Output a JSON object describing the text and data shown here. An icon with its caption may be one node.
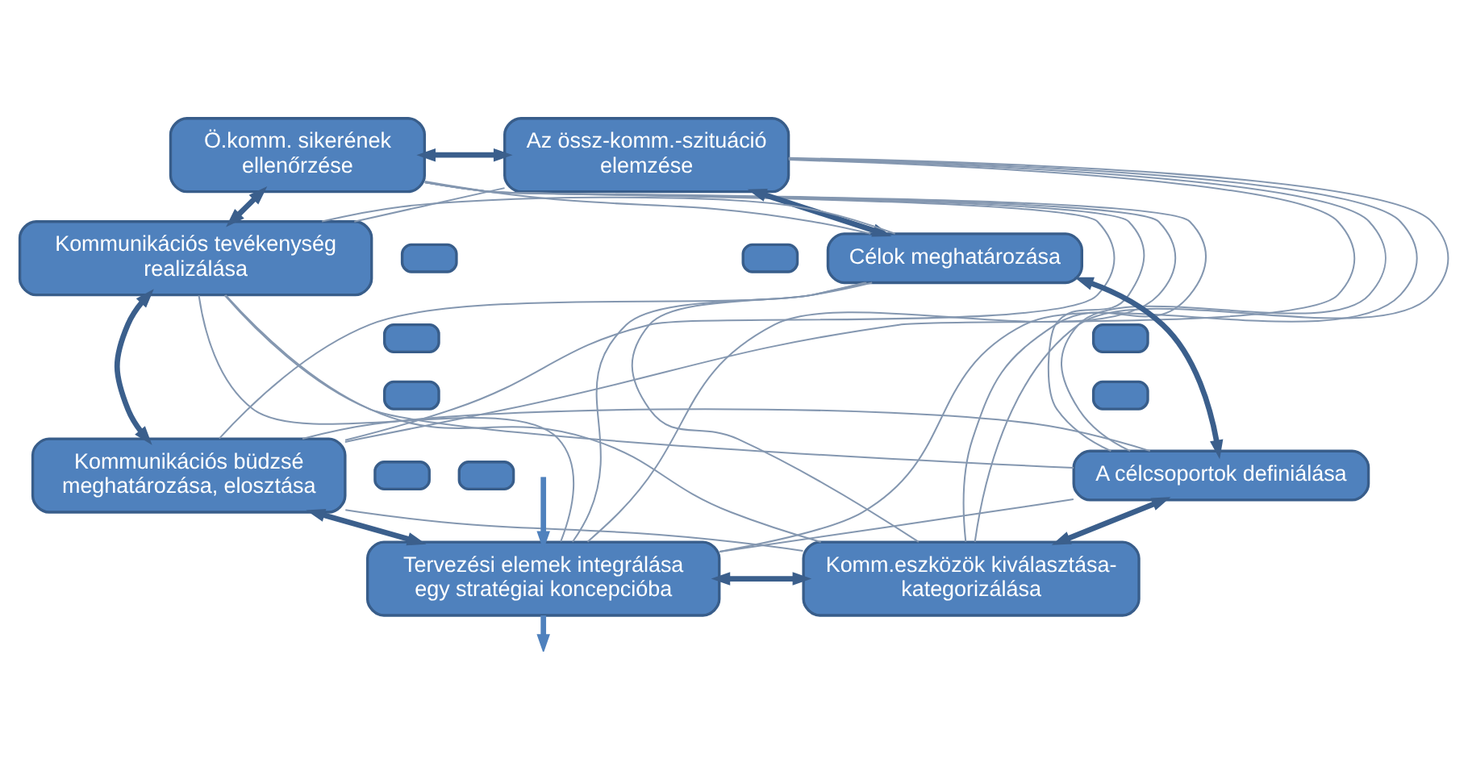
{
  "diagram": {
    "nodes": [
      {
        "text": [
          "Ö.komm. sikerének ellenőrzése"
        ]
      },
      {
        "text": [
          "Az össz-komm.-szituáció elemzése"
        ]
      },
      {
        "text": [
          "Kommunikációs tevékenység realizálása"
        ]
      },
      {
        "text": [
          "Célok meghatározása"
        ]
      },
      {
        "text": [
          "Kommunikációs büdzsé meghatározása, elosztása"
        ]
      },
      {
        "text": [
          "A célcsoportok definiálása"
        ]
      },
      {
        "text": [
          "Tervezési elemek integrálása egy stratégiai koncepcióba"
        ]
      },
      {
        "text": [
          "Komm.eszközök kiválasztása-kategorizálása"
        ]
      },
      {
        "text": [],
        "shape": "box"
      },
      {
        "text": [],
        "shape": "box"
      },
      {
        "text": [],
        "shape": "box"
      },
      {
        "text": [],
        "shape": "box"
      },
      {
        "text": [],
        "shape": "box"
      },
      {
        "text": [],
        "shape": "box"
      },
      {
        "text": [],
        "shape": "box"
      },
      {
        "text": [],
        "shape": "box"
      }
    ],
    "edges": [
      {
        "from": 0,
        "to": 1,
        "arrow": "both",
        "style": "thick",
        "color": "#3b5f8c"
      },
      {
        "from": 1,
        "to": 3,
        "arrow": "both",
        "style": "thick",
        "color": "#3b5f8c"
      },
      {
        "from": 3,
        "to": 5,
        "arrow": "both",
        "style": "thick",
        "color": "#3b5f8c"
      },
      {
        "from": 5,
        "to": 7,
        "arrow": "both",
        "style": "thick",
        "color": "#3b5f8c"
      },
      {
        "from": 6,
        "to": 7,
        "arrow": "both",
        "style": "thick",
        "color": "#3b5f8c"
      },
      {
        "from": 4,
        "to": 6,
        "arrow": "both",
        "style": "thick",
        "color": "#3b5f8c"
      },
      {
        "from": 2,
        "to": 4,
        "arrow": "both",
        "style": "thick",
        "color": "#3b5f8c"
      },
      {
        "from": 0,
        "to": 2,
        "arrow": "both",
        "style": "thick",
        "color": "#3b5f8c"
      },
      {
        "from": 0,
        "to": 3,
        "arrow": "none"
      },
      {
        "from": 0,
        "to": 4,
        "arrow": "none"
      },
      {
        "from": 0,
        "to": 5,
        "arrow": "none"
      },
      {
        "from": 0,
        "to": 6,
        "arrow": "none"
      },
      {
        "from": 0,
        "to": 7,
        "arrow": "none"
      },
      {
        "from": 1,
        "to": 2,
        "arrow": "none"
      },
      {
        "from": 1,
        "to": 4,
        "arrow": "none"
      },
      {
        "from": 1,
        "to": 5,
        "arrow": "none"
      },
      {
        "from": 1,
        "to": 6,
        "arrow": "none"
      },
      {
        "from": 1,
        "to": 7,
        "arrow": "none"
      },
      {
        "from": 2,
        "to": 3,
        "arrow": "none"
      },
      {
        "from": 2,
        "to": 5,
        "arrow": "none"
      },
      {
        "from": 2,
        "to": 6,
        "arrow": "none"
      },
      {
        "from": 2,
        "to": 7,
        "arrow": "none"
      },
      {
        "from": 3,
        "to": 4,
        "arrow": "none"
      },
      {
        "from": 3,
        "to": 6,
        "arrow": "none"
      },
      {
        "from": 3,
        "to": 7,
        "arrow": "none"
      },
      {
        "from": 4,
        "to": 5,
        "arrow": "none"
      },
      {
        "from": 4,
        "to": 7,
        "arrow": "none"
      },
      {
        "from": 5,
        "to": 6,
        "arrow": "none"
      },
      {
        "from": null,
        "to": 6,
        "arrow": "to",
        "style": "thick",
        "color": "#4f81bd"
      },
      {
        "from": 6,
        "to": null,
        "arrow": "to",
        "style": "thick",
        "color": "#4f81bd"
      }
    ]
  }
}
